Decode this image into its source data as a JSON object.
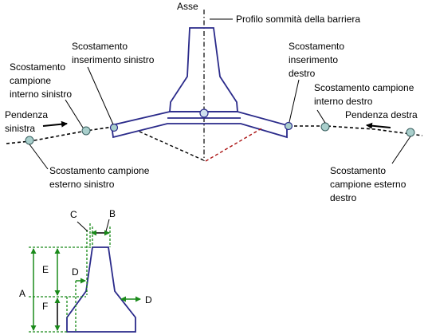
{
  "labels": {
    "asse": "Asse",
    "profilo": "Profilo sommità della barriera",
    "ins_sx": [
      "Scostamento",
      "inserimento sinistro"
    ],
    "ins_dx": [
      "Scostamento",
      "inserimento",
      "destro"
    ],
    "camp_int_sx": [
      "Scostamento",
      "campione",
      "interno sinistro"
    ],
    "camp_int_dx": [
      "Scostamento campione",
      "interno destro"
    ],
    "pend_sx": [
      "Pendenza",
      "sinistra"
    ],
    "pend_dx": "Pendenza destra",
    "camp_est_sx": [
      "Scostamento campione",
      "esterno sinistro"
    ],
    "camp_est_dx": [
      "Scostamento",
      "campione esterno",
      "destro"
    ]
  },
  "dims": {
    "a": "A",
    "b": "B",
    "c": "C",
    "d1": "D",
    "d2": "D",
    "e": "E",
    "f": "F"
  },
  "colors": {
    "barrier": "#2a2a8a",
    "dash_dark": "#000000",
    "dash_red": "#aa1111",
    "dim_green": "#1a8a1a",
    "point_fill": "#a9cfcc",
    "point_stroke": "#3a6060"
  }
}
